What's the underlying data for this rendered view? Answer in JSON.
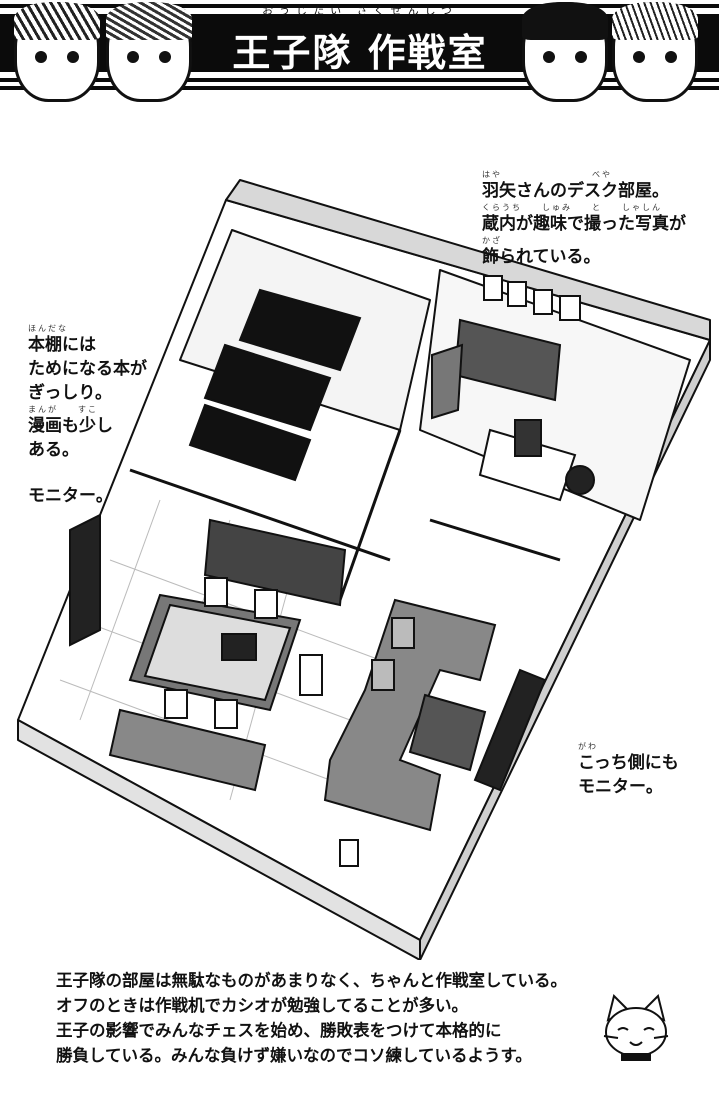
{
  "header": {
    "title": "王子隊 作戦室",
    "title_ruby": "おうじたい さくせんしつ"
  },
  "notes": {
    "desk": {
      "ruby_1": "はや　　　　　　　　　べや",
      "line_1": "羽矢さんのデスク部屋。",
      "ruby_2": "くらうち　　しゅみ　　と　　しゃしん",
      "line_2": "蔵内が趣味で撮った写真が",
      "ruby_3": "かざ",
      "line_3": "飾られている。"
    },
    "bookshelf": {
      "ruby_1": "ほんだな",
      "line_1": "本棚には",
      "line_2": "ためになる本が",
      "line_3": "ぎっしり。",
      "ruby_4": "まんが　　すこ",
      "line_4": "漫画も少し",
      "line_5": "ある。"
    },
    "monitor_left": "モニター。",
    "monitor_right": {
      "ruby_1": "がわ",
      "line_1": "こっち側にも",
      "line_2": "モニター。"
    }
  },
  "bottom_text": {
    "line_1": "王子隊の部屋は無駄なものがあまりなく、ちゃんと作戦室している。",
    "line_2": "オフのときは作戦机でカシオが勉強してることが多い。",
    "line_3": "王子の影響でみんなチェスを始め、勝敗表をつけて本格的に",
    "line_4": "勝負している。みんな負けず嫌いなのでコソ練しているようす。"
  },
  "colors": {
    "ink": "#111111",
    "floor": "#ffffff",
    "wall_shade": "#d8d8d8",
    "furniture_dark": "#1a1a1a",
    "furniture_gray": "#6e6e6e"
  },
  "icons": [
    "character-face-1",
    "character-face-2",
    "character-face-3",
    "character-face-4",
    "cat-mascot-icon"
  ]
}
